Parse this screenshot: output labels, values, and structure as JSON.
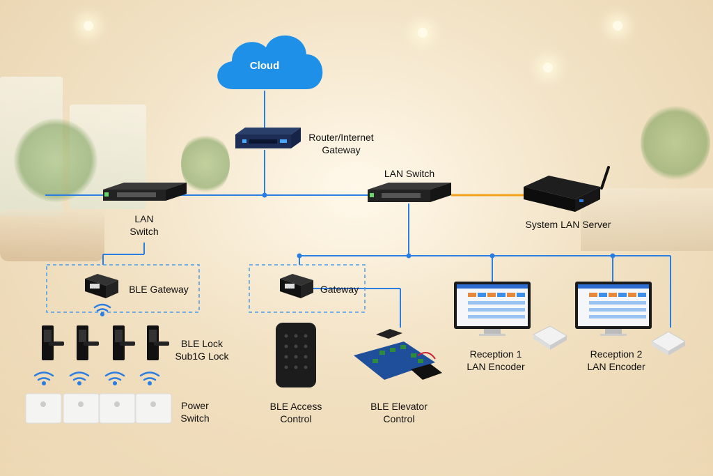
{
  "cloud": "Cloud",
  "router": "Router/Internet\nGateway",
  "lan_switch_main": "LAN Switch",
  "lan_switch_left": "LAN\nSwitch",
  "server": "System LAN Server",
  "ble_gateway": "BLE Gateway",
  "gateway": "Gateway",
  "locks": "BLE Lock\nSub1G Lock",
  "power_switch": "Power\nSwitch",
  "access_control": "BLE Access\nControl",
  "elevator_control": "BLE Elevator\nControl",
  "reception1": "Reception 1\nLAN Encoder",
  "reception2": "Reception 2\nLAN Encoder",
  "colors": {
    "line_blue": "#2a7de1",
    "line_orange": "#f2a21b",
    "cloud_blue": "#1e90e8",
    "dashed": "#4a9be8"
  }
}
